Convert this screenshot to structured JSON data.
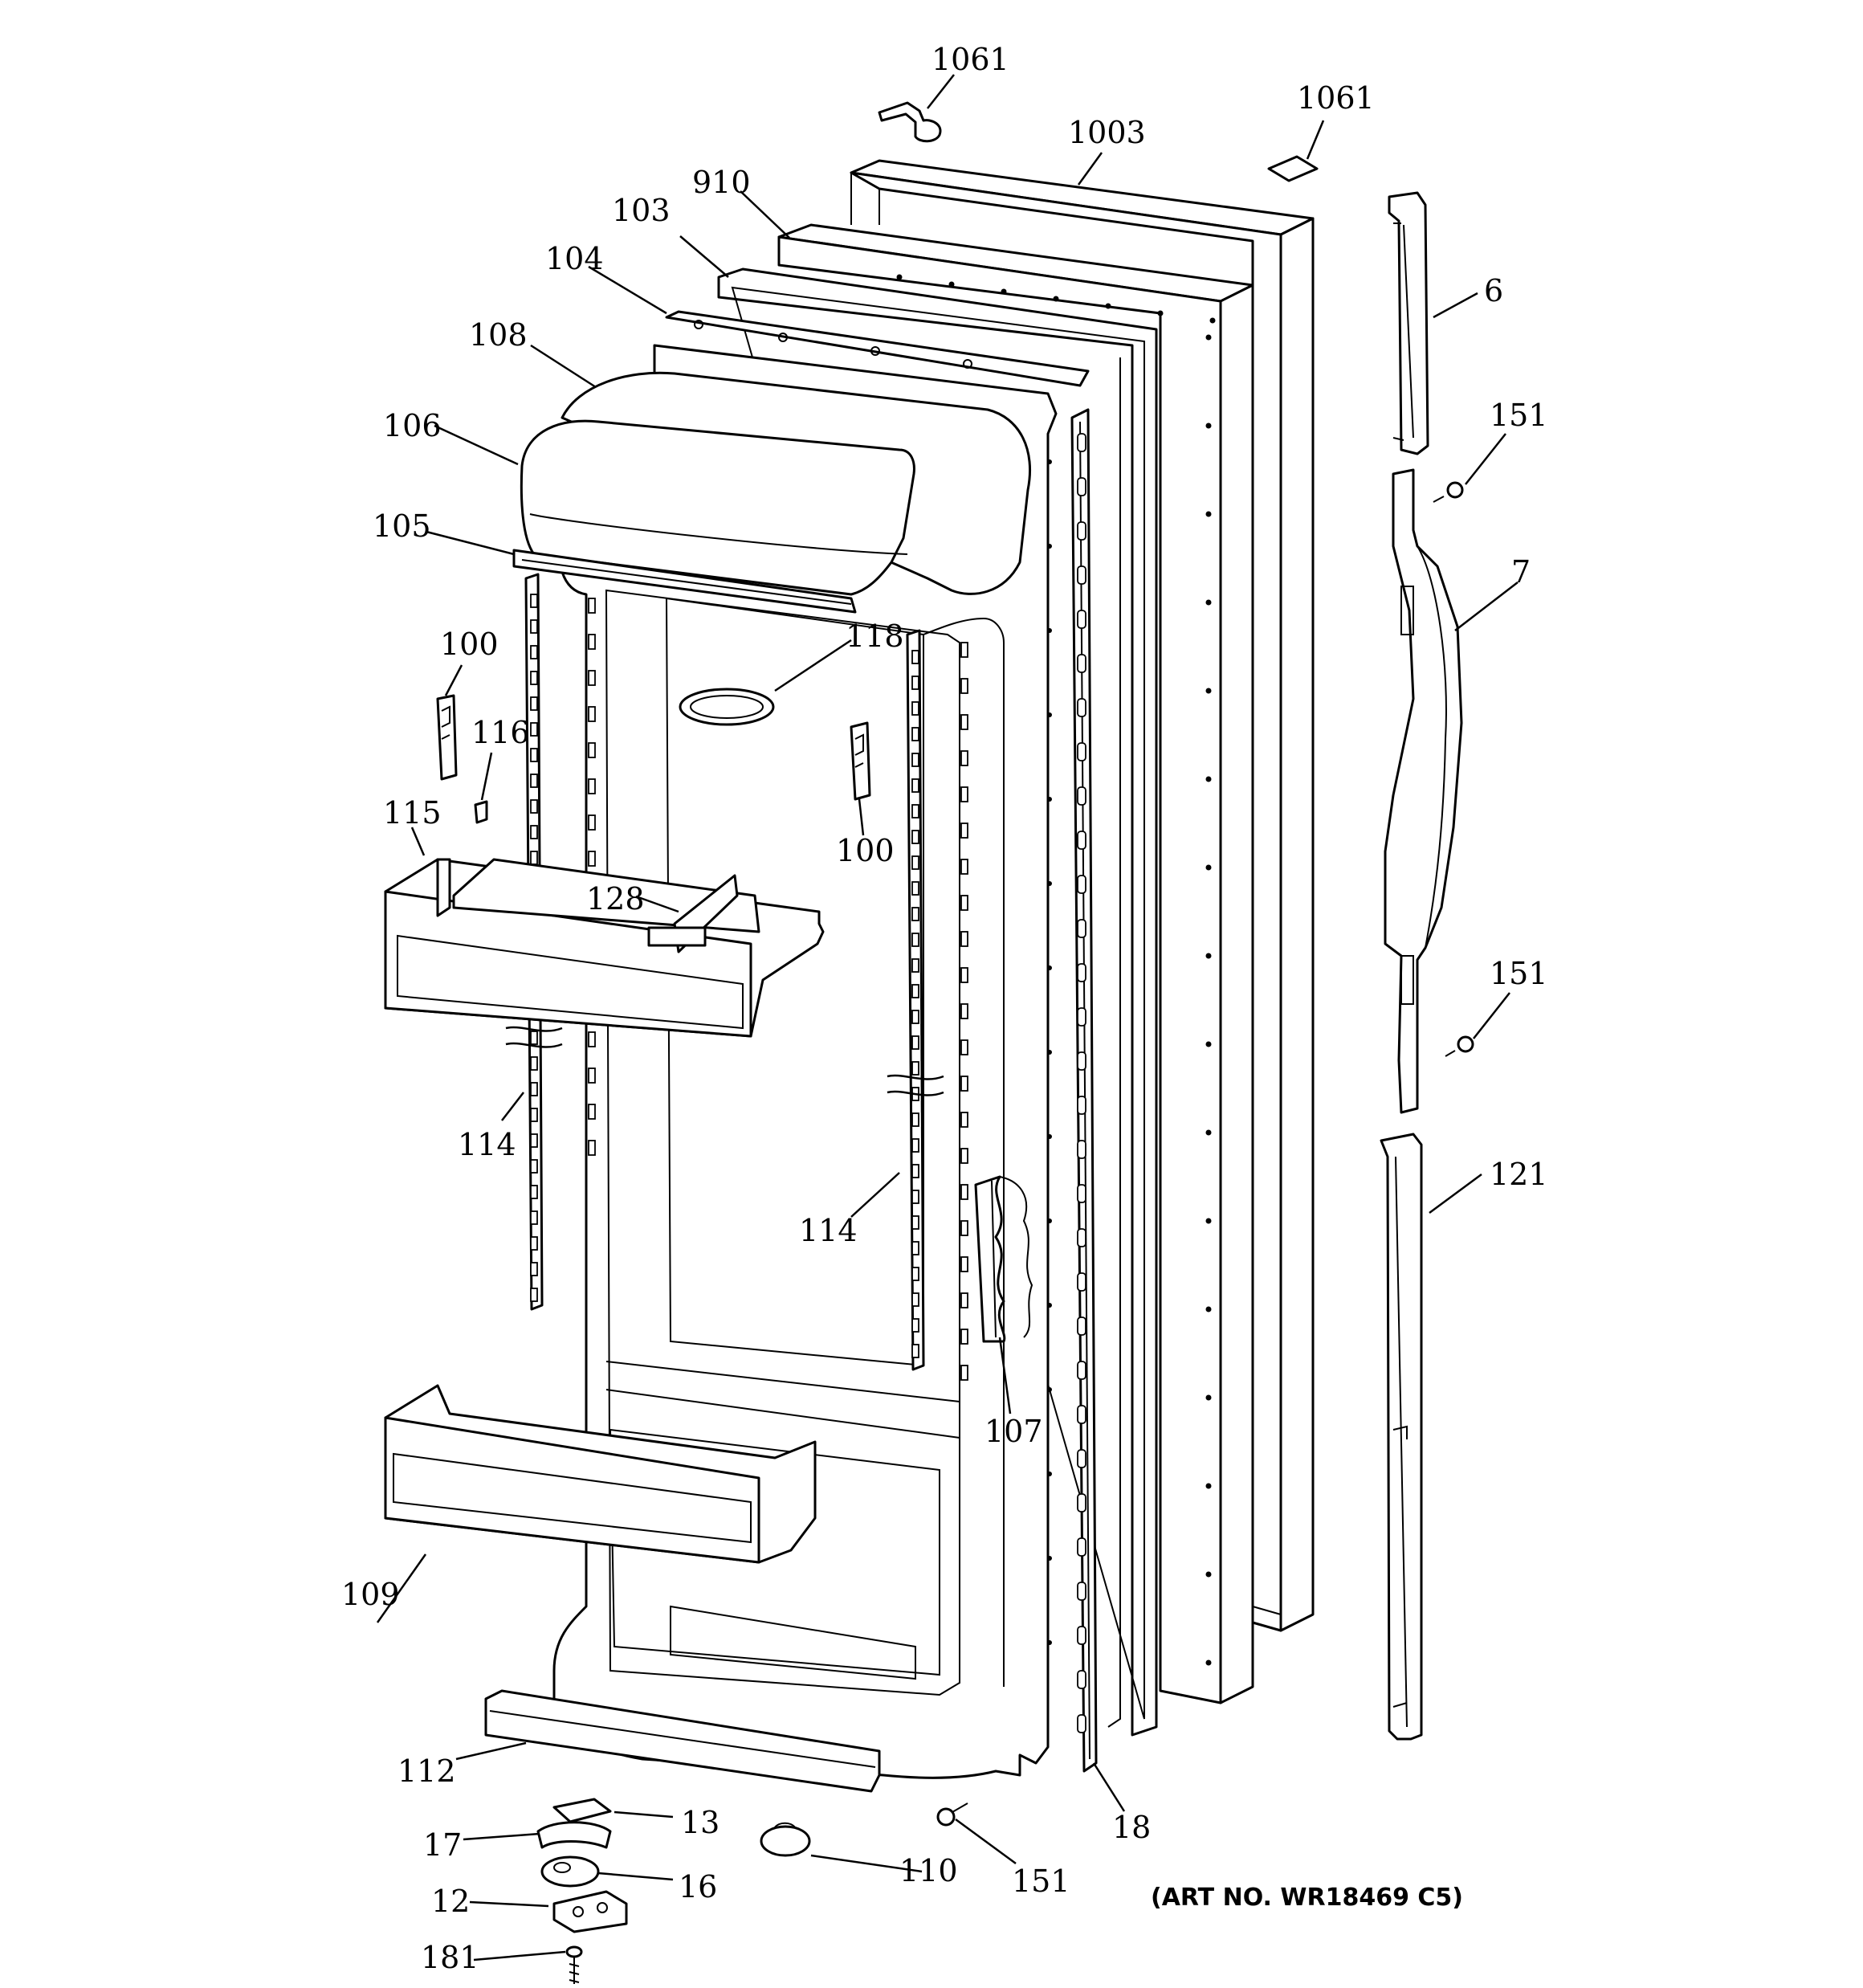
{
  "art_number": "(ART NO. WR18469 C5)",
  "callouts": [
    {
      "id": "c1061a",
      "text": "1061"
    },
    {
      "id": "c1061b",
      "text": "1061"
    },
    {
      "id": "c1003",
      "text": "1003"
    },
    {
      "id": "c910",
      "text": "910"
    },
    {
      "id": "c103",
      "text": "103"
    },
    {
      "id": "c104",
      "text": "104"
    },
    {
      "id": "c108",
      "text": "108"
    },
    {
      "id": "c106",
      "text": "106"
    },
    {
      "id": "c105",
      "text": "105"
    },
    {
      "id": "c118",
      "text": "118"
    },
    {
      "id": "c100a",
      "text": "100"
    },
    {
      "id": "c116",
      "text": "116"
    },
    {
      "id": "c100b",
      "text": "100"
    },
    {
      "id": "c115",
      "text": "115"
    },
    {
      "id": "c128",
      "text": "128"
    },
    {
      "id": "c114a",
      "text": "114"
    },
    {
      "id": "c114b",
      "text": "114"
    },
    {
      "id": "c107",
      "text": "107"
    },
    {
      "id": "c109",
      "text": "109"
    },
    {
      "id": "c112",
      "text": "112"
    },
    {
      "id": "c13",
      "text": "13"
    },
    {
      "id": "c17",
      "text": "17"
    },
    {
      "id": "c16",
      "text": "16"
    },
    {
      "id": "c110",
      "text": "110"
    },
    {
      "id": "c151a",
      "text": "151"
    },
    {
      "id": "c18",
      "text": "18"
    },
    {
      "id": "c12",
      "text": "12"
    },
    {
      "id": "c181",
      "text": "181"
    },
    {
      "id": "c6",
      "text": "6"
    },
    {
      "id": "c151b",
      "text": "151"
    },
    {
      "id": "c7",
      "text": "7"
    },
    {
      "id": "c151c",
      "text": "151"
    },
    {
      "id": "c121",
      "text": "121"
    }
  ]
}
